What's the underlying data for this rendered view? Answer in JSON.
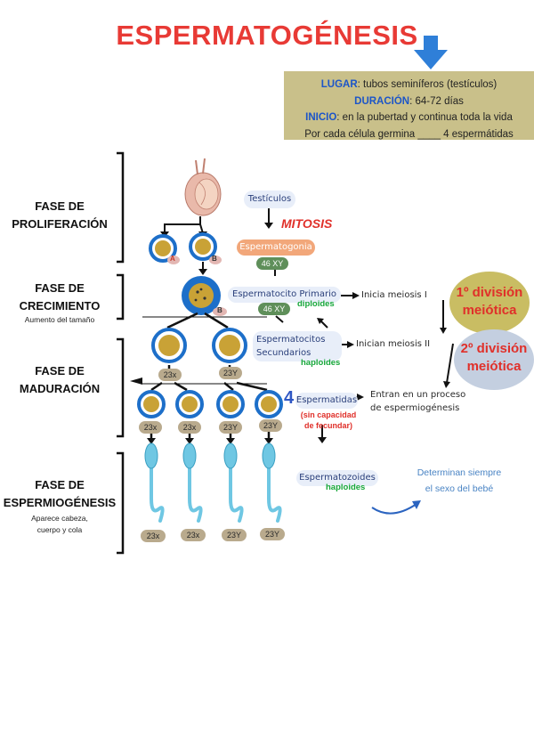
{
  "title": "ESPERMATOGÉNESIS",
  "info": {
    "lugar_key": "LUGAR",
    "lugar_val": ": tubos seminíferos (testículos)",
    "duracion_key": "DURACIÓN",
    "duracion_val": ": 64-72 días",
    "inicio_key": "INICIO",
    "inicio_val": ": en la pubertad y continua toda la vida",
    "por_cada": "Por cada célula germina ____ 4 espermátidas"
  },
  "phases": {
    "proliferacion": [
      "FASE DE",
      "PROLIFERACIÓN"
    ],
    "crecimiento": [
      "FASE DE",
      "CRECIMIENTO"
    ],
    "crecimiento_sub": "Aumento del tamaño",
    "maduracion": [
      "FASE DE",
      "MADURACIÓN"
    ],
    "espermiogenesis": [
      "FASE DE",
      "ESPERMIOGÉNESIS"
    ],
    "espermiogenesis_sub": [
      "Aparece cabeza,",
      "cuerpo y cola"
    ]
  },
  "flow": {
    "testiculos": "Testículos",
    "mitosis": "MITOSIS",
    "espermatogonia": "Espermatogonia",
    "chrom_46xy_1": "46 XY",
    "espermatocito_primario": "Espermatocito Primario",
    "chrom_46xy_2": "46 XY",
    "diploides": "diploides",
    "inicia_meiosis_1": "Inicia meiosis I",
    "espermatocitos_secundarios": [
      "Espermatocitos",
      "Secundarios"
    ],
    "inician_meiosis_2": "Inician meiosis II",
    "haploides_1": "haploides",
    "num_4": "4",
    "espermatidas": "Espermatidas",
    "sin_capacidad": [
      "(sin capacidad",
      "de fecundar)"
    ],
    "entran_proceso": [
      "Entran en un proceso",
      "de espermiogénesis"
    ],
    "espermatozoides": "Espermatozoides",
    "haploides_2": "haploides",
    "determinan": [
      "Determinan siempre",
      "el sexo del bebé"
    ],
    "div1": [
      "1º división",
      "meiótica"
    ],
    "div2": [
      "2º división",
      "meiótica"
    ]
  },
  "cell_labels": {
    "a": "A",
    "b": "B",
    "b2": "B",
    "sec_1": "23x",
    "sec_2": "23Y",
    "spd": [
      "23x",
      "23x",
      "23Y",
      "23Y"
    ],
    "spz": [
      "23x",
      "23x",
      "23Y",
      "23Y"
    ]
  },
  "colors": {
    "title": "#e83a35",
    "info_bg": "#c9c08a",
    "key_blue": "#1c55c8",
    "cell_blue": "#1d6fc9",
    "nucleus": "#c9a236",
    "sperm": "#6fc7e3",
    "green": "#17a73a",
    "red": "#e0302a"
  }
}
